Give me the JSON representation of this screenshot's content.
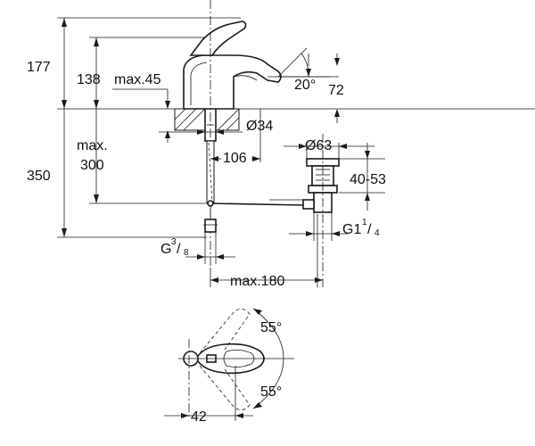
{
  "dimensions": {
    "overall_height": "177",
    "spout_height": "138",
    "max_45": "max.45",
    "angle_20": "20°",
    "dim_72": "72",
    "hole_dia": "Ø34",
    "max_label": "max.",
    "max_300_value": "300",
    "total_350": "350",
    "reach_106": "106",
    "waste_dia": "Ø63",
    "waste_range": "40-53",
    "thread_g1_main": "G1",
    "thread_g1_num": "1",
    "thread_g1_den": "4",
    "thread_g38_main": "G",
    "thread_g38_num": "3",
    "thread_g38_den": "8",
    "max_180": "max.180",
    "angle_55_top": "55°",
    "angle_55_bottom": "55°",
    "dim_42": "42"
  }
}
